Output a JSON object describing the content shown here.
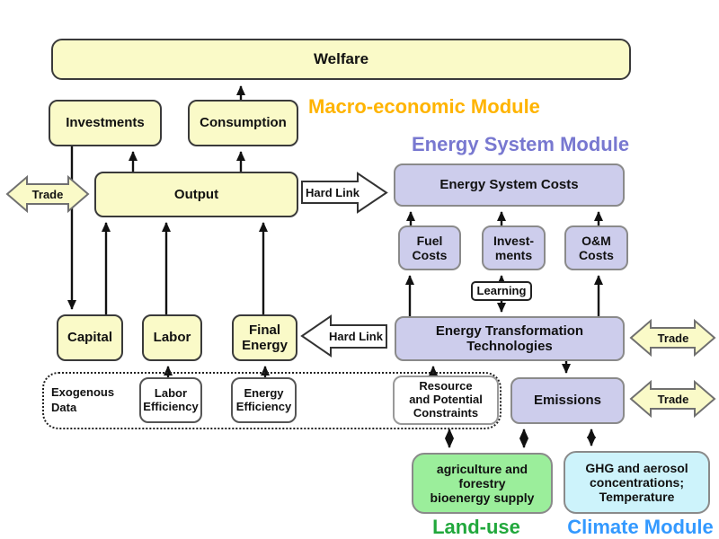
{
  "diagram": {
    "boxes": {
      "welfare": "Welfare",
      "investments": "Investments",
      "consumption": "Consumption",
      "output": "Output",
      "capital": "Capital",
      "labor": "Labor",
      "final_energy": "Final\nEnergy",
      "energy_system_costs": "Energy System Costs",
      "fuel_costs": "Fuel\nCosts",
      "esm_investments": "Invest-\nments",
      "om_costs": "O&M\nCosts",
      "learning": "Learning",
      "energy_transformation": "Energy Transformation\nTechnologies",
      "emissions": "Emissions",
      "exogenous_data": "Exogenous\nData",
      "labor_efficiency": "Labor\nEfficiency",
      "energy_efficiency": "Energy\nEfficiency",
      "resource_constraints": "Resource\nand Potential\nConstraints",
      "agriculture": "agriculture and\nforestry\nbioenergy supply",
      "ghg": "GHG and aerosol\nconcentrations;\nTemperature"
    },
    "module_labels": {
      "macro": "Macro-economic Module",
      "energy": "Energy System Module",
      "land_use": "Land-use",
      "climate": "Climate Module"
    },
    "connector_labels": {
      "trade": "Trade",
      "hard_link": "Hard Link"
    },
    "colors": {
      "macro_box_fill": "#FAFAC8",
      "energy_box_fill": "#CDCDEC",
      "land_box_fill": "#9BEE9B",
      "climate_box_fill": "#CDF3FB",
      "macro_label": "#FFB400",
      "energy_label": "#7878D0",
      "land_label": "#21A83C",
      "climate_label": "#3399FF"
    }
  }
}
